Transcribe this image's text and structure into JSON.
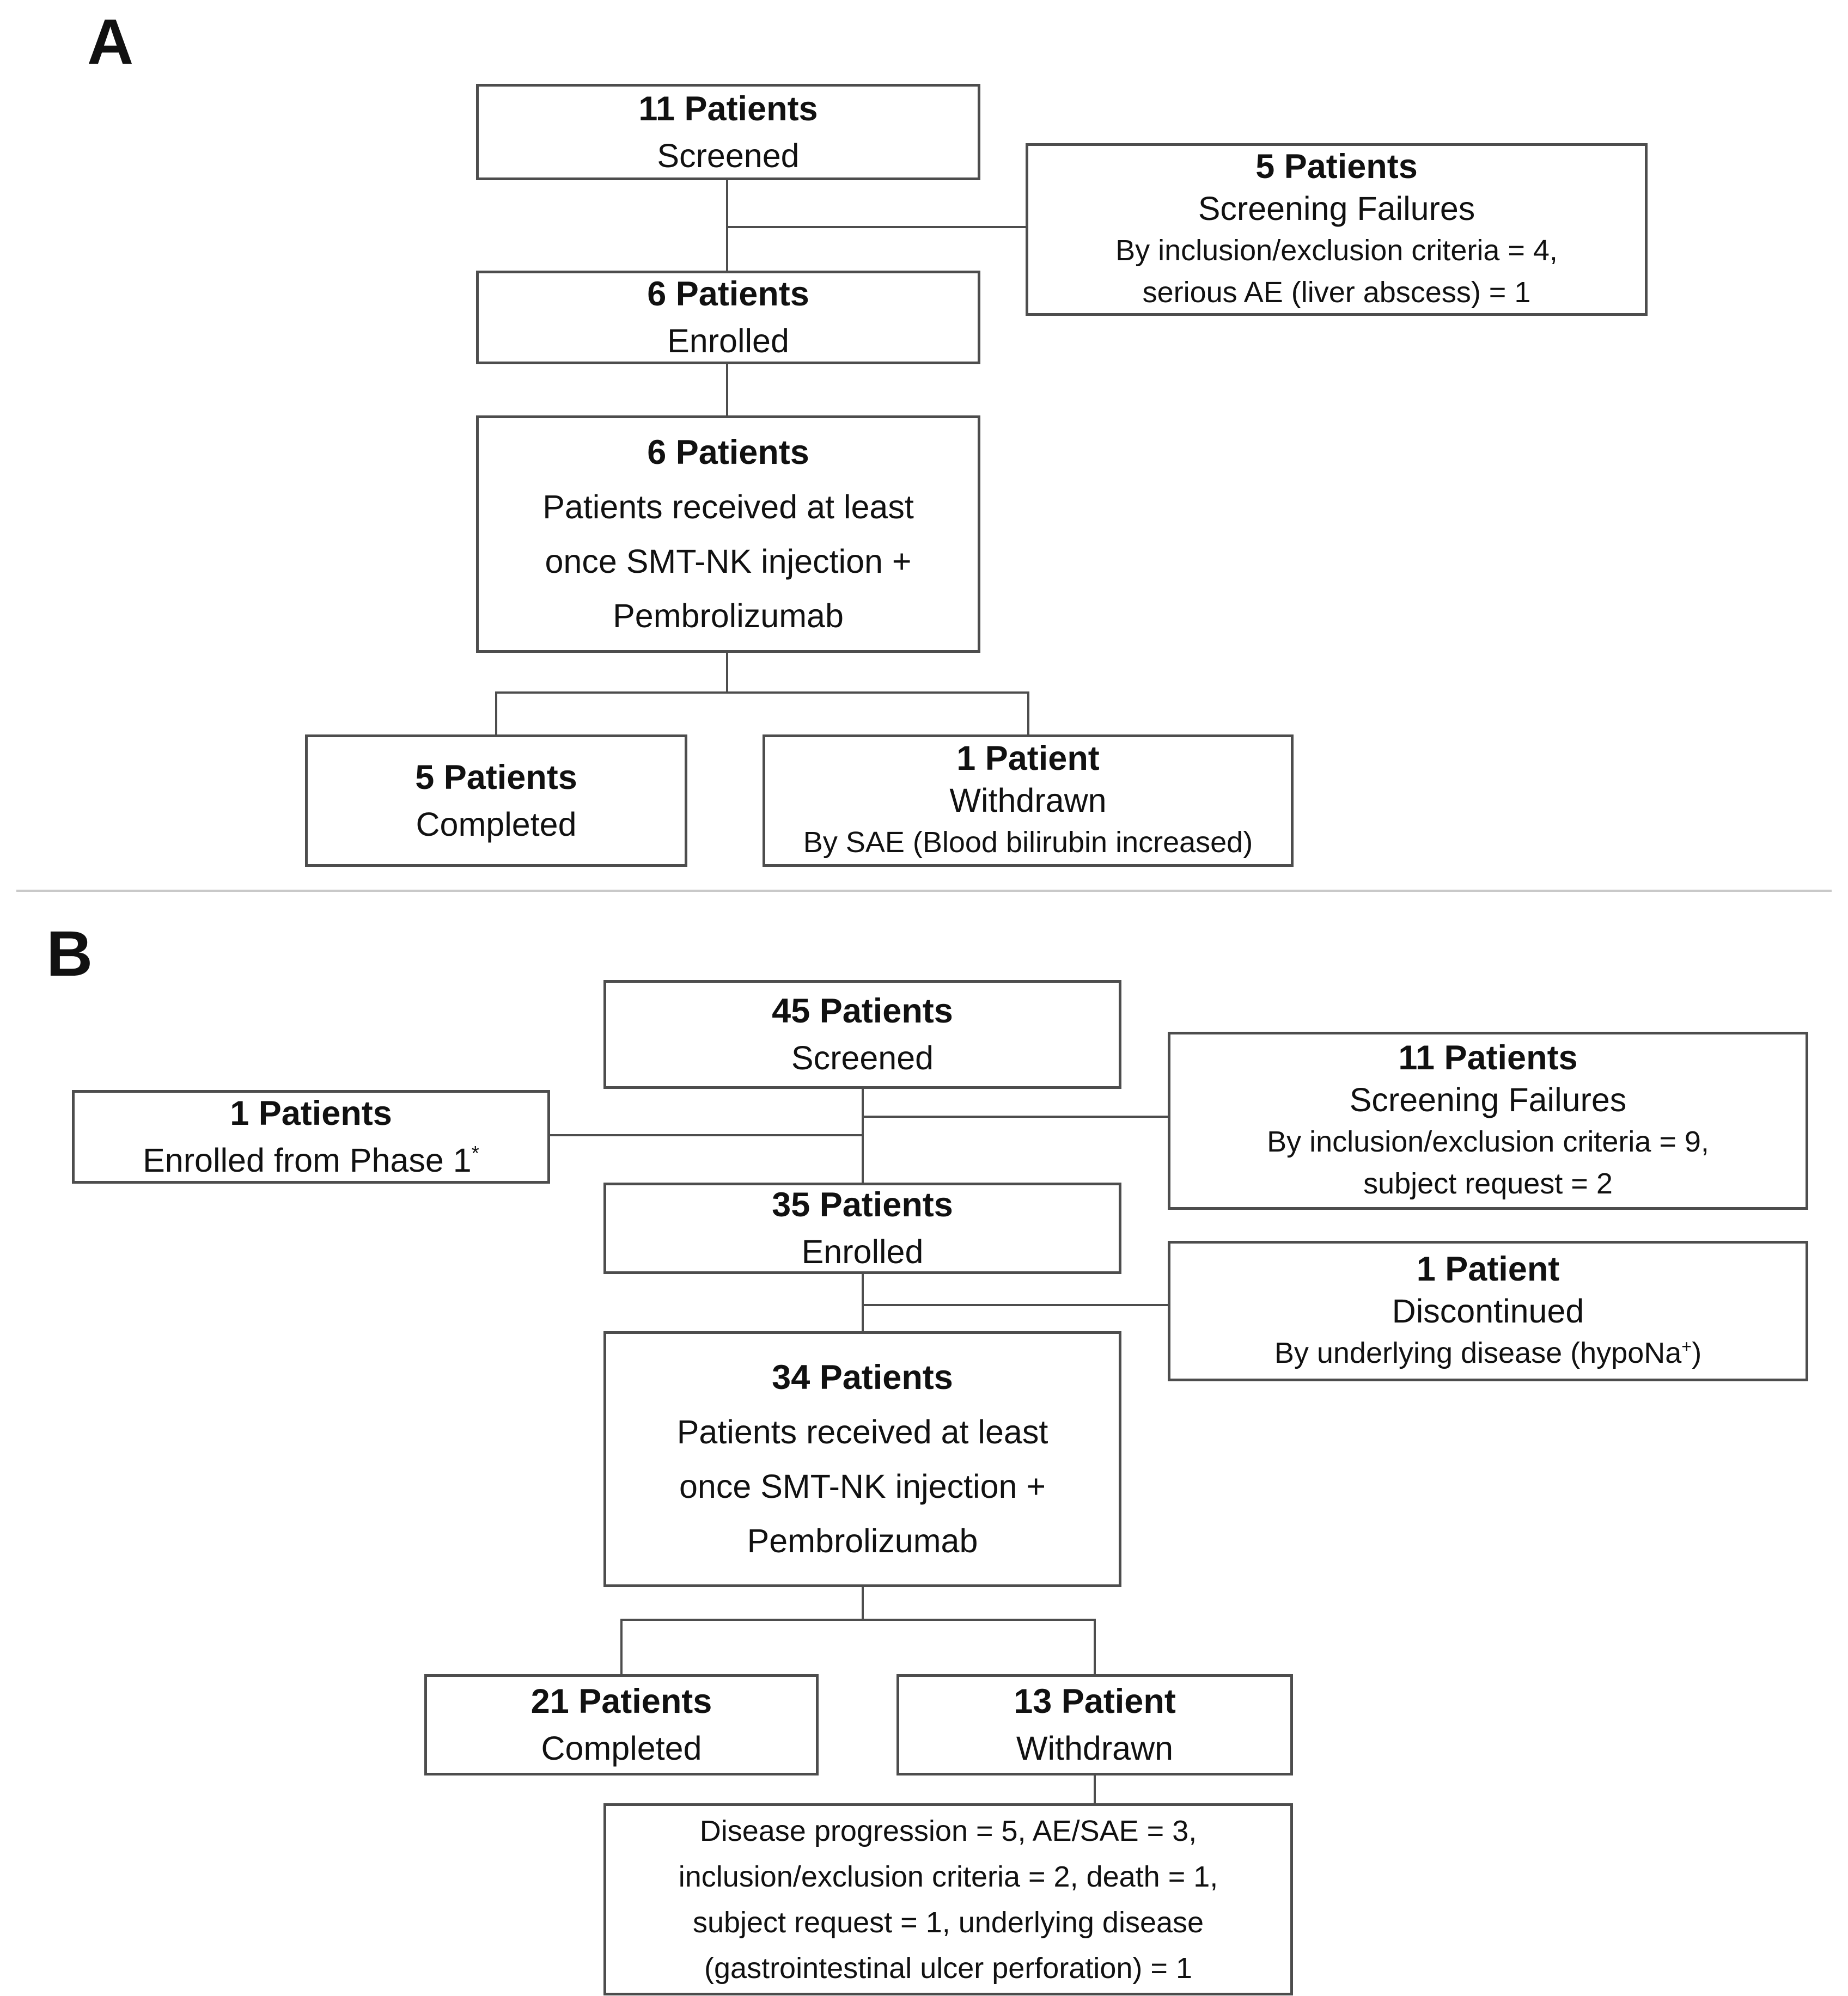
{
  "figure": {
    "panel_a": {
      "label": "A",
      "screened": {
        "count": "11 Patients",
        "stage": "Screened"
      },
      "screening_failures": {
        "count": "5 Patients",
        "stage": "Screening Failures",
        "reason_line1": "By inclusion/exclusion criteria = 4,",
        "reason_line2": "serious AE (liver abscess) = 1"
      },
      "enrolled": {
        "count": "6 Patients",
        "stage": "Enrolled"
      },
      "received_treatment": {
        "count": "6 Patients",
        "desc_line1": "Patients received at least",
        "desc_line2": "once SMT-NK injection +",
        "desc_line3": "Pembrolizumab"
      },
      "completed": {
        "count": "5 Patients",
        "stage": "Completed"
      },
      "withdrawn": {
        "count": "1 Patient",
        "stage": "Withdrawn",
        "reason_line1": "By SAE (Blood bilirubin increased)"
      }
    },
    "panel_b": {
      "label": "B",
      "screened": {
        "count": "45 Patients",
        "stage": "Screened"
      },
      "screening_failures": {
        "count": "11 Patients",
        "stage": "Screening Failures",
        "reason_line1": "By inclusion/exclusion criteria = 9,",
        "reason_line2": "subject request = 2"
      },
      "enrolled_from_phase1": {
        "count": "1 Patients",
        "stage": "Enrolled from Phase 1",
        "footnote_marker": "*"
      },
      "enrolled": {
        "count": "35 Patients",
        "stage": "Enrolled"
      },
      "discontinued": {
        "count": "1 Patient",
        "stage": "Discontinued",
        "reason_prefix": "By underlying disease (hypoNa",
        "reason_sup": "+",
        "reason_suffix": ")"
      },
      "received_treatment": {
        "count": "34 Patients",
        "desc_line1": "Patients received at least",
        "desc_line2": "once SMT-NK injection +",
        "desc_line3": "Pembrolizumab"
      },
      "completed": {
        "count": "21 Patients",
        "stage": "Completed"
      },
      "withdrawn": {
        "count": "13 Patient",
        "stage": "Withdrawn"
      },
      "withdrawal_reasons": {
        "line1": "Disease progression = 5, AE/SAE = 3,",
        "line2": "inclusion/exclusion criteria = 2, death = 1,",
        "line3": "subject request = 1, underlying disease",
        "line4": "(gastrointestinal ulcer perforation) = 1"
      }
    }
  },
  "colors": {
    "box_border": "#4d4d4d",
    "connector": "#4d4d4d",
    "divider": "#c9c9c9",
    "text": "#111111",
    "background": "#ffffff"
  }
}
